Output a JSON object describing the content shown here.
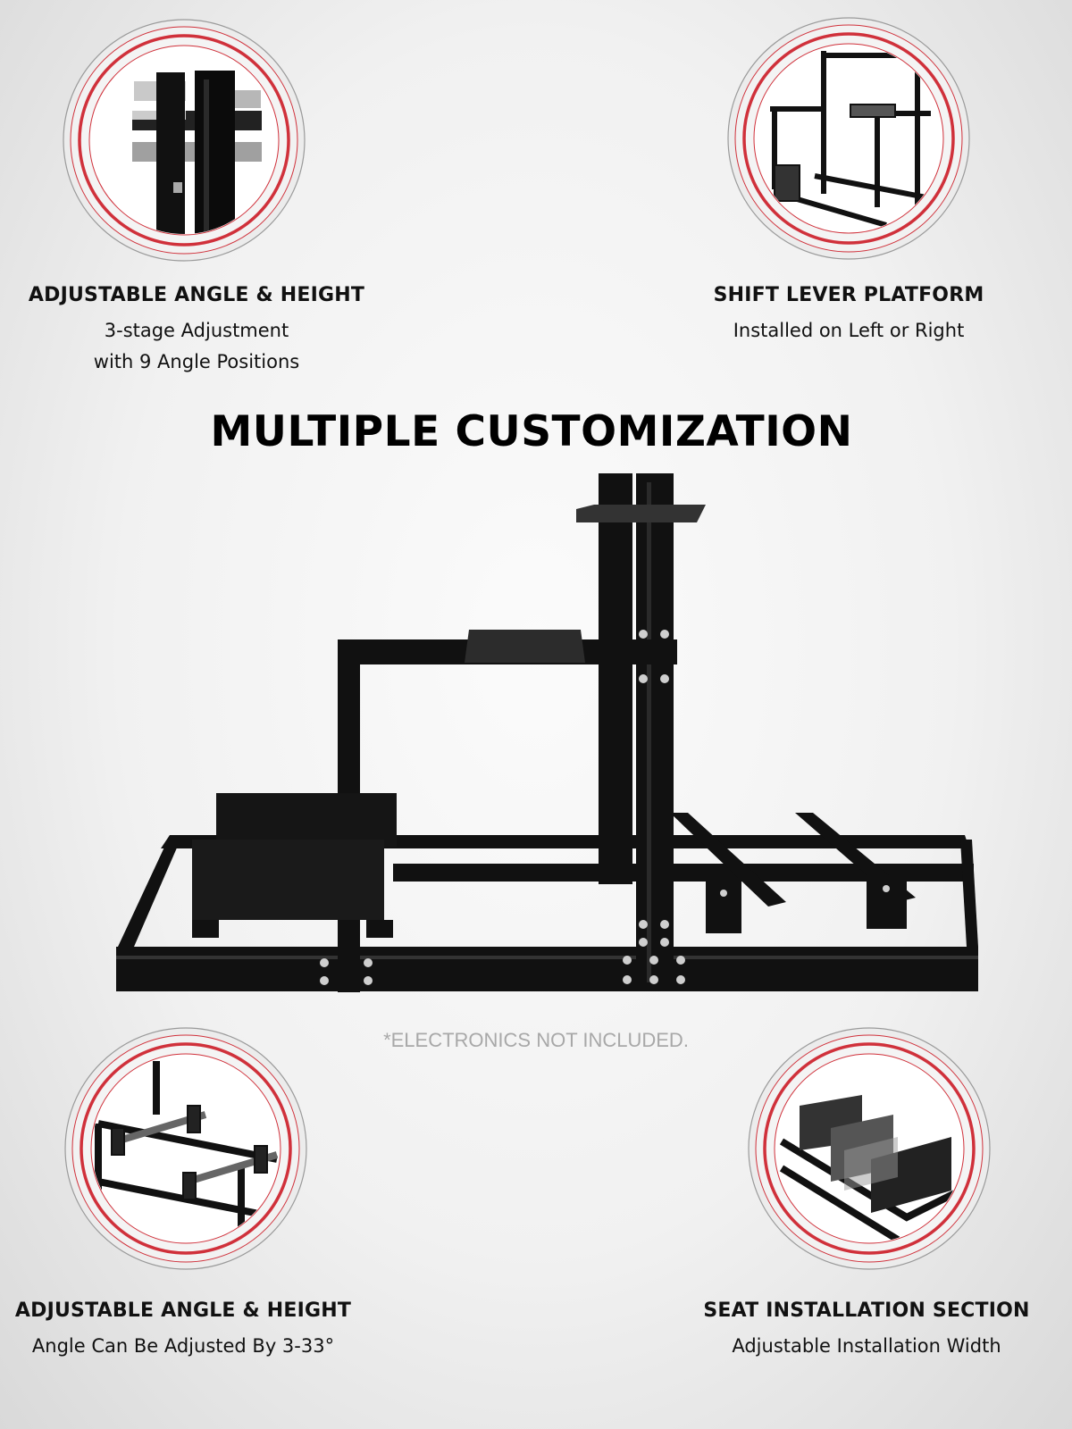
{
  "main_title": "MULTIPLE CUSTOMIZATION",
  "disclaimer": "*ELECTRONICS NOT INCLUDED.",
  "colors": {
    "accent_red": "#d0313b",
    "text": "#111111",
    "frame": "#111111"
  },
  "features": [
    {
      "title": "ADJUSTABLE ANGLE &  HEIGHT",
      "description": "3-stage Adjustment\nwith 9 Angle Positions",
      "image": "wheel-mount-height-detail"
    },
    {
      "title": "SHIFT LEVER PLATFORM",
      "description": "Installed on Left or Right",
      "image": "shifter-platform-detail"
    },
    {
      "title": "ADJUSTABLE ANGLE &  HEIGHT",
      "description": "Angle Can Be Adjusted By 3-33°",
      "image": "pedal-mount-detail"
    },
    {
      "title": "SEAT INSTALLATION SECTION",
      "description": "Adjustable Installation Width",
      "image": "seat-bracket-detail"
    }
  ]
}
